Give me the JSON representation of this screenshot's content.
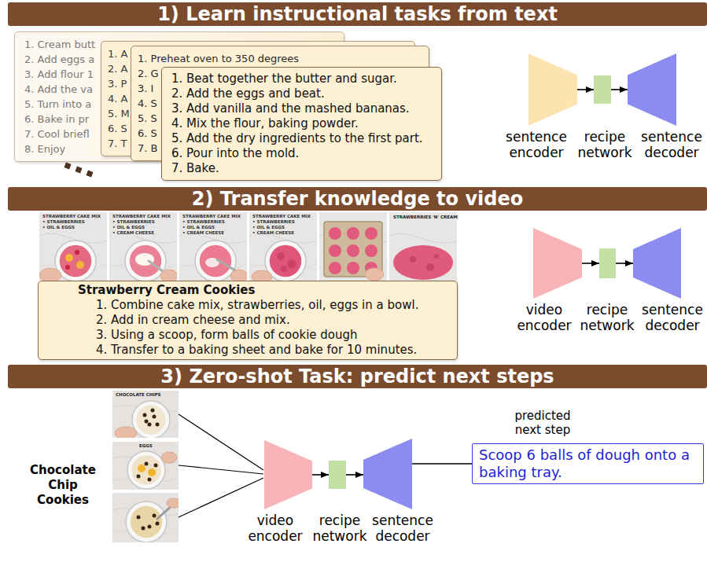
{
  "diagram": {
    "nodes": [
      {
        "text": [
          "1) Learn instructional tasks from text"
        ]
      },
      {
        "text": [
          "1. Cream butt",
          "2. Add eggs a",
          "3. Add flour 1",
          "4. Add the va",
          "5. Turn into a",
          "6. Bake in pr",
          "7. Cool briefl",
          "8. Enjoy"
        ]
      },
      {
        "text": [
          "1. A",
          "2. A",
          "3. P",
          "4. A",
          "5. M",
          "6. S",
          "7. T"
        ]
      },
      {
        "text": [
          "1. Preheat oven to 350 degrees",
          "2. G",
          "3. I",
          "4. S",
          "5. S",
          "6. S",
          "7. B"
        ]
      },
      {
        "text": [
          "1. Beat together the butter and sugar.",
          "2. Add the eggs and beat.",
          "3. Add vanilla and the mashed bananas.",
          "4. Mix the flour, baking powder.",
          "5. Add the dry ingredients to the first part.",
          "6. Pour into the mold.",
          "7. Bake."
        ]
      },
      {
        "text": [
          "sentence encoder"
        ]
      },
      {
        "text": [
          "recipe network"
        ]
      },
      {
        "text": [
          "sentence decoder"
        ]
      },
      {
        "text": [
          "2) Transfer knowledge to video"
        ]
      },
      {
        "text": [
          "Strawberry Cream Cookies",
          "1. Combine cake mix, strawberries, oil, eggs in a bowl.",
          "2. Add in cream cheese and mix.",
          "3. Using a scoop, form balls of cookie dough",
          "4. Transfer to a baking sheet and bake for 10 minutes."
        ]
      },
      {
        "text": [
          "video encoder"
        ]
      },
      {
        "text": [
          "recipe network"
        ]
      },
      {
        "text": [
          "sentence decoder"
        ]
      },
      {
        "text": [
          "3) Zero-shot Task: predict next steps"
        ]
      },
      {
        "text": [
          "video encoder"
        ]
      },
      {
        "text": [
          "recipe network"
        ]
      },
      {
        "text": [
          "sentence decoder"
        ]
      },
      {
        "text": [
          "predicted next step",
          "Scoop 6 balls of dough onto a baking tray."
        ]
      }
    ],
    "edges": [
      {
        "from": 5,
        "to": 6,
        "arrow": "to"
      },
      {
        "from": 6,
        "to": 7,
        "arrow": "to"
      },
      {
        "from": 10,
        "to": 11,
        "arrow": "to"
      },
      {
        "from": 11,
        "to": 12,
        "arrow": "to"
      },
      {
        "from": 14,
        "to": 15,
        "arrow": "to"
      },
      {
        "from": 15,
        "to": 16,
        "arrow": "to"
      },
      {
        "from": 16,
        "to": 17,
        "arrow": "none"
      }
    ],
    "labels": [
      "STRAWBERRY CAKE MIX",
      "• STRAWBERRIES",
      "• OIL & EGGS",
      "STRAWBERRY CAKE MIX",
      "• STRAWBERRIES",
      "• OIL & EGGS",
      "• CREAM CHEESE",
      "STRAWBERRY CAKE MIX",
      "• STRAWBERRIES",
      "• OIL & EGGS",
      "• CREAM CHEESE",
      "STRAWBERRY CAKE MIX",
      "• STRAWBERRIES",
      "• OIL & EGGS",
      "• CREAM CHEESE",
      "STRAWBERRIES 'N' CREAM",
      "CHOCOLATE CHIPS",
      "EGGS",
      "Chocolate Chip Cookies"
    ]
  }
}
